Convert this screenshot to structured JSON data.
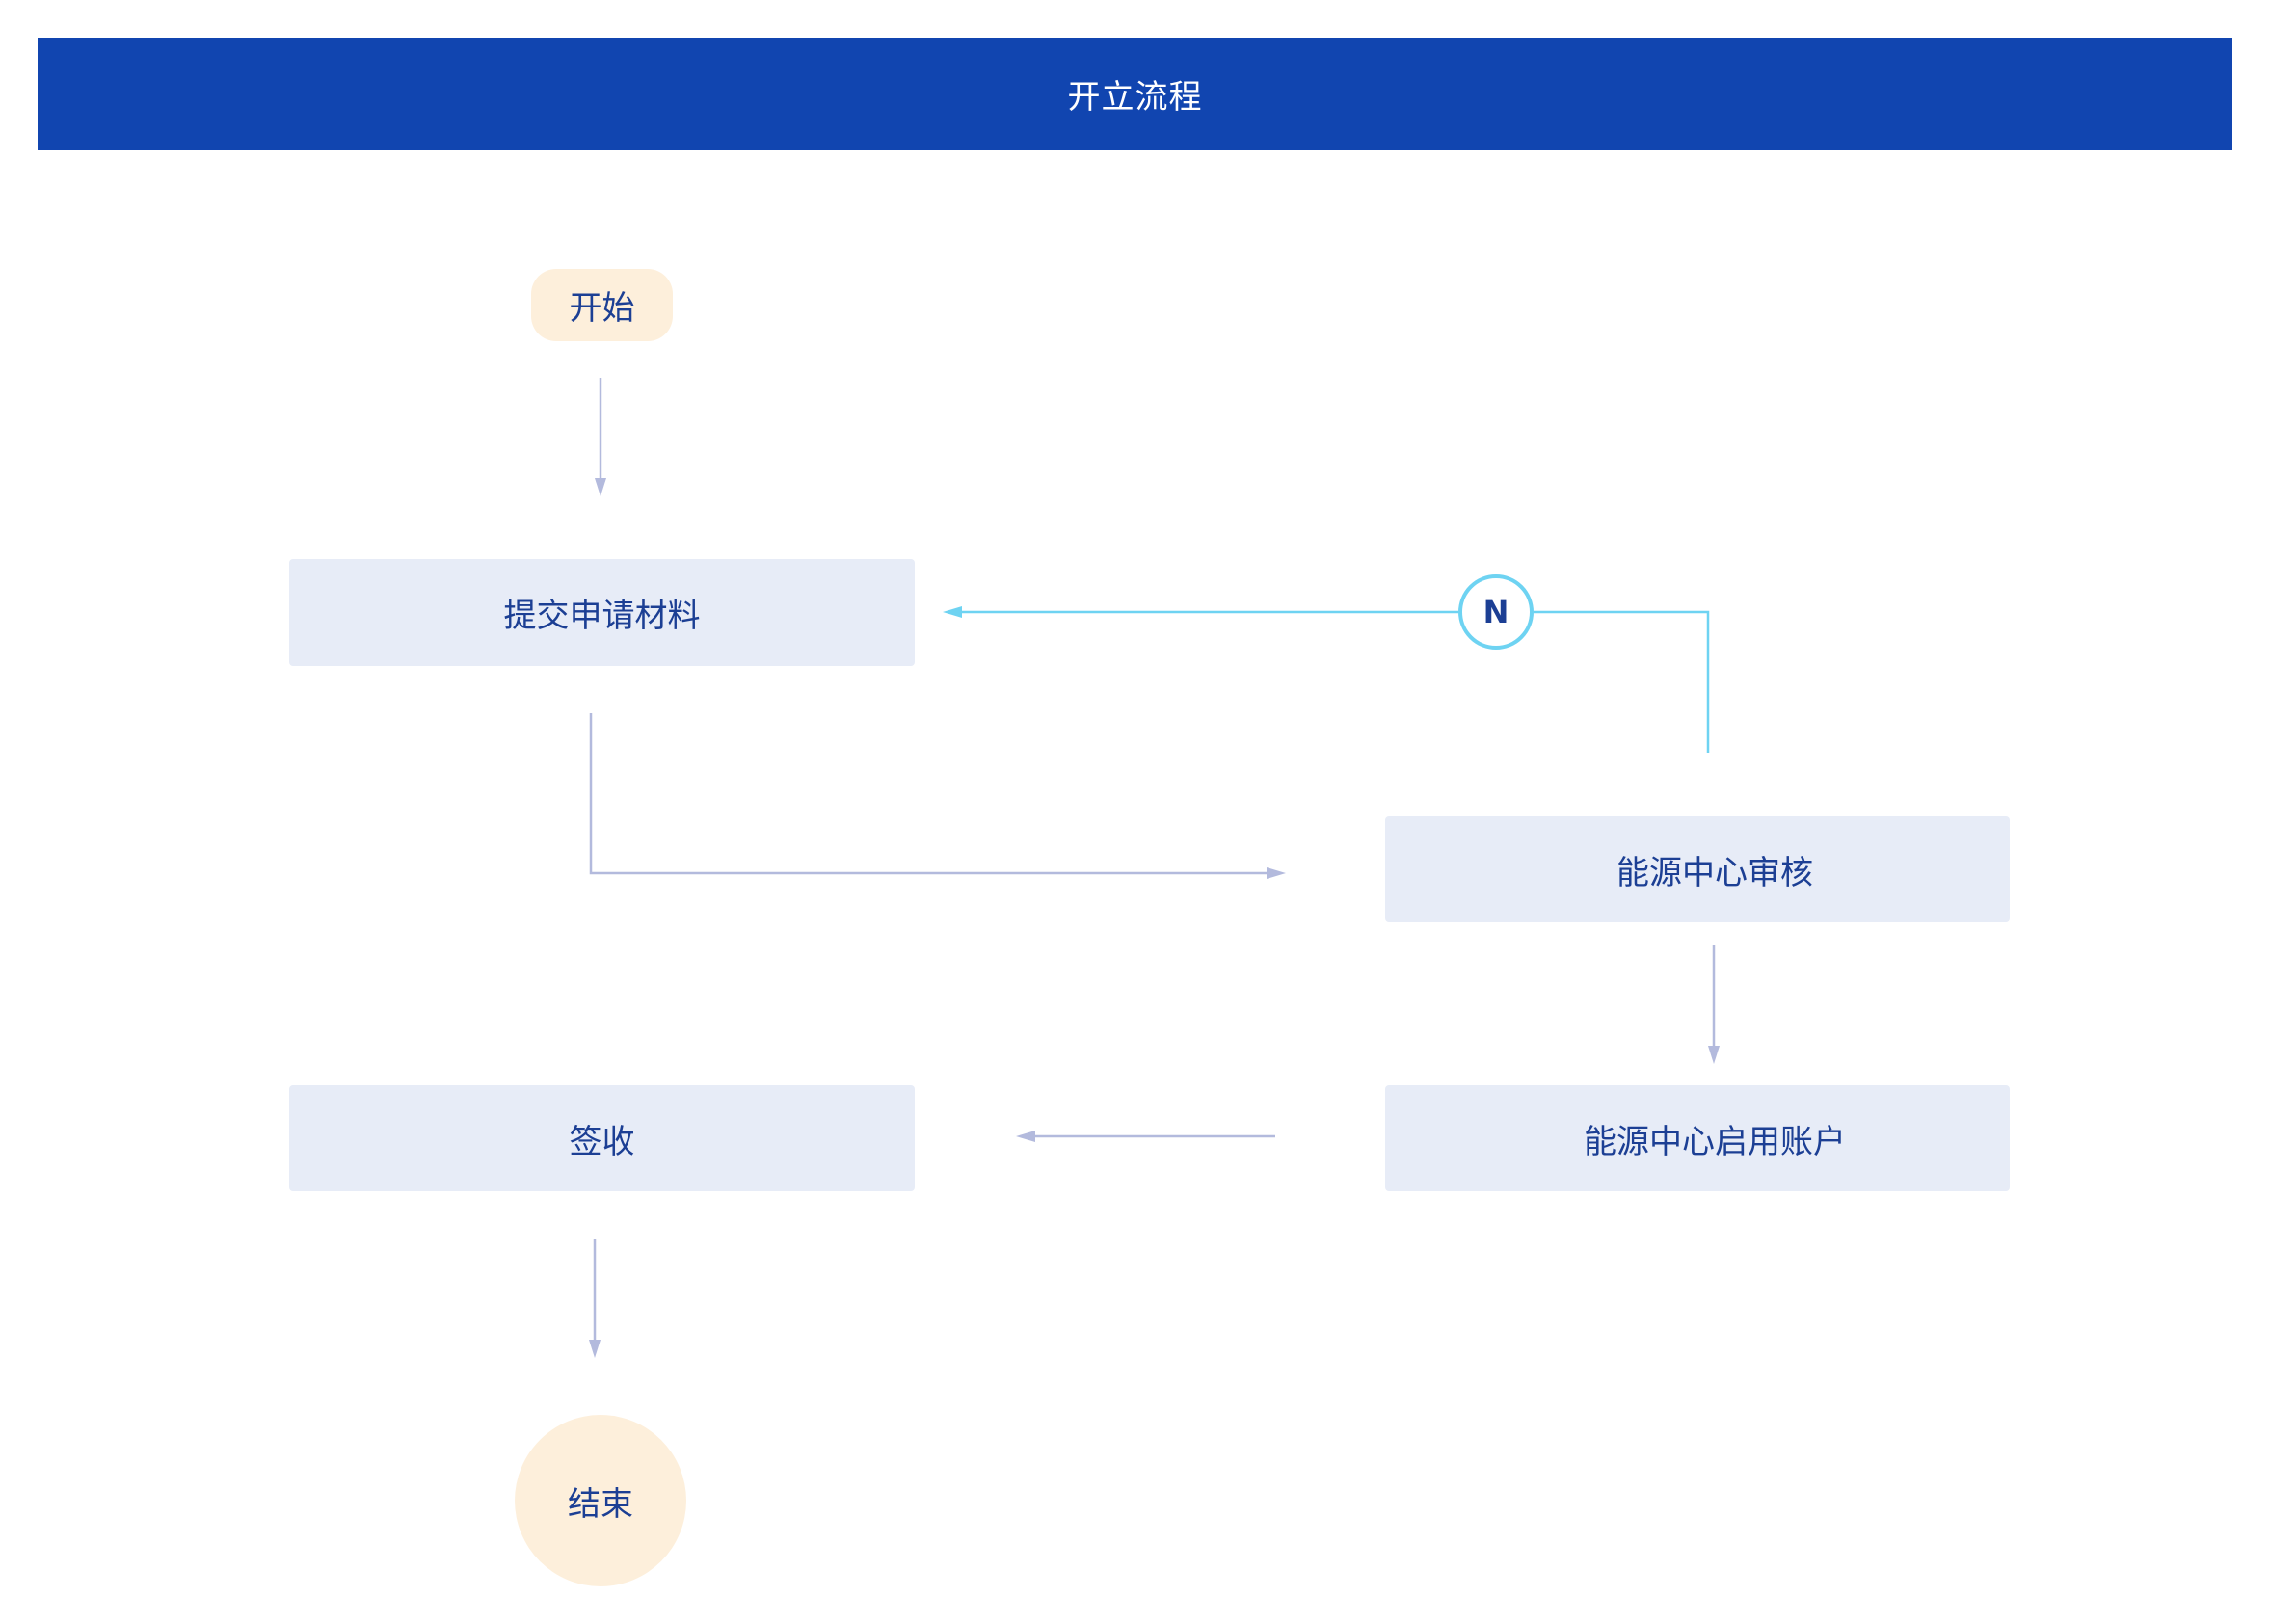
{
  "header": {
    "title": "开立流程"
  },
  "nodes": {
    "start": "开始",
    "submit": "提交申请材料",
    "review": "能源中心审核",
    "enable": "能源中心启用账户",
    "sign": "签收",
    "end": "结束"
  },
  "decision": {
    "reject_label": "N"
  },
  "colors": {
    "header_bg": "#1145b0",
    "header_text": "#ffffff",
    "node_text": "#1c3f94",
    "process_fill": "#e7ecf7",
    "terminal_fill": "#fdefdb",
    "flow_arrow": "#b3badd",
    "reject_arrow": "#6ed3f2"
  }
}
